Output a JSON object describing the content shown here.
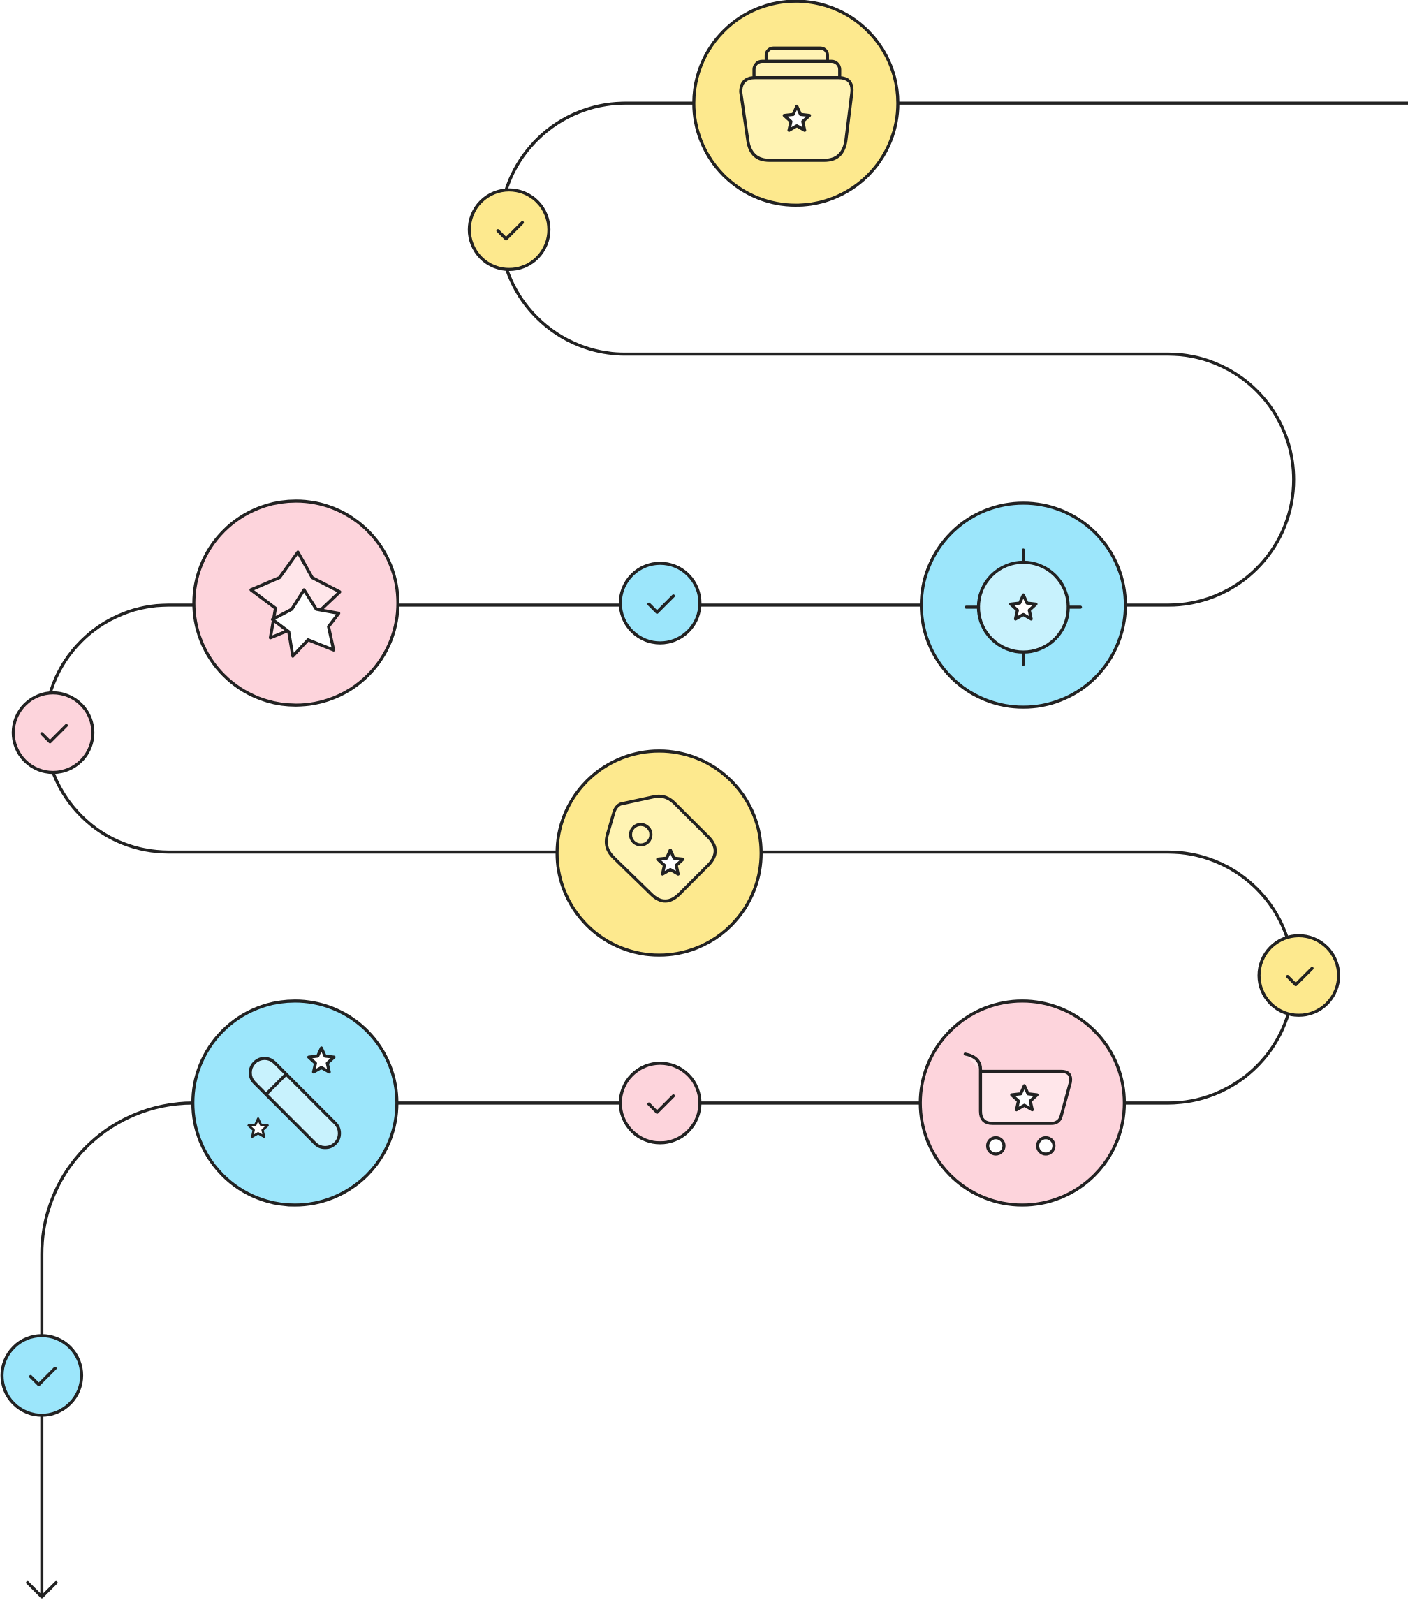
{
  "colors": {
    "stroke": "#222222",
    "yellow": "#fde98e",
    "yellow_light": "#fff3b3",
    "blue": "#9ce6fb",
    "blue_light": "#c8f2fd",
    "pink": "#fdd4dc",
    "pink_light": "#ffe6ea",
    "background": "#ffffff"
  },
  "path": {
    "ends_with": "arrow-down"
  },
  "steps": [
    {
      "icon": "folder-star-icon",
      "color": "yellow",
      "completed": true,
      "check_color": "yellow"
    },
    {
      "icon": "target-star-icon",
      "color": "blue",
      "completed": true,
      "check_color": "blue"
    },
    {
      "icon": "stars-icon",
      "color": "pink",
      "completed": true,
      "check_color": "pink"
    },
    {
      "icon": "tag-star-icon",
      "color": "yellow",
      "completed": true,
      "check_color": "yellow"
    },
    {
      "icon": "cart-star-icon",
      "color": "pink",
      "completed": true,
      "check_color": "pink"
    },
    {
      "icon": "magic-wand-icon",
      "color": "blue",
      "completed": true,
      "check_color": "blue"
    }
  ]
}
